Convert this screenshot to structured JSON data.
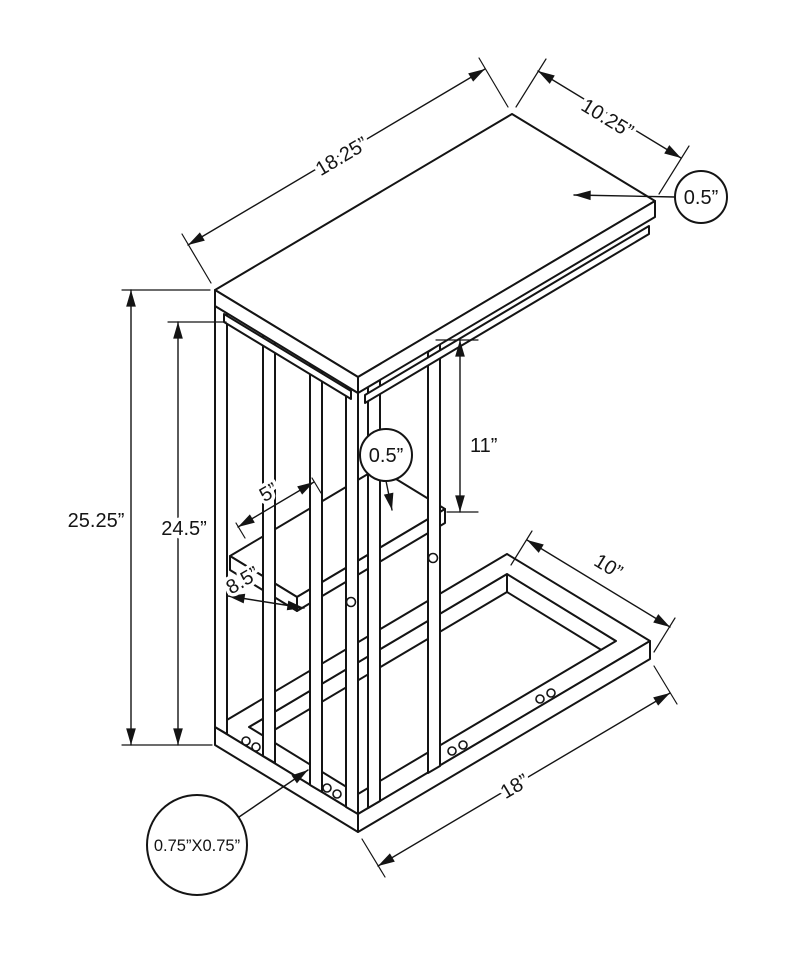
{
  "dimensions": {
    "top_length": "18.25”",
    "top_depth": "10.25”",
    "top_thickness": "0.5”",
    "overall_height": "25.25”",
    "clearance_height": "24.5”",
    "shelf_thickness": "0.5”",
    "shelf_clearance": "11”",
    "shelf_depth": "5”",
    "shelf_length": "8.5”",
    "base_depth": "10”",
    "base_length": "18”",
    "leg_profile": "0.75”X0.75”"
  }
}
